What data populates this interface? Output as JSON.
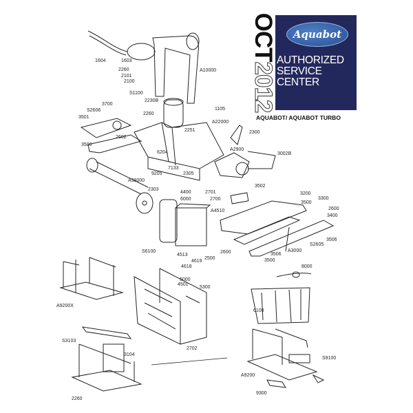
{
  "badge": {
    "brand": "Aquabot",
    "line1": "AUTHORIZED",
    "line2": "SERVICE",
    "line3": "CENTER",
    "date_month": "OCT",
    "date_year": "2012",
    "model": "AQUABOT/ AQUABOT TURBO",
    "colors": {
      "panel": "#23285c",
      "oval": "#3a66b0"
    }
  },
  "parts": [
    "1604",
    "1603",
    "2260",
    "2101",
    "2100",
    "A10000",
    "S1100",
    "2230B",
    "2260",
    "1105",
    "3700",
    "S2606",
    "3501",
    "2602",
    "3500",
    "A22000",
    "2251",
    "2300",
    "A2900",
    "3002B",
    "6204",
    "7133",
    "9205",
    "2305",
    "A38000",
    "2303",
    "4400",
    "2701",
    "6000",
    "2700",
    "3502",
    "A4510",
    "3200",
    "3300",
    "3500",
    "2600",
    "3400",
    "3506",
    "S2605",
    "2600",
    "3506",
    "A3000",
    "3500",
    "S6100",
    "4513",
    "4619",
    "2500",
    "4618",
    "8000",
    "5000",
    "4501",
    "5300",
    "A9200X",
    "6100",
    "S3103",
    "3104",
    "2702",
    "S9100",
    "A9200",
    "2260",
    "9300"
  ]
}
